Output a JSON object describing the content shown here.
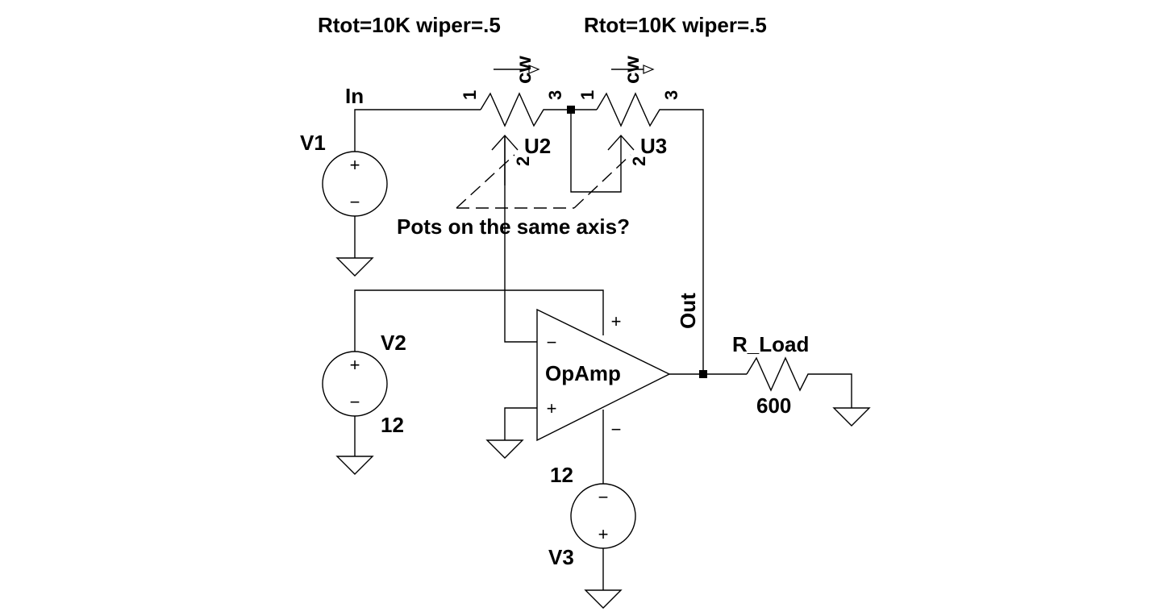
{
  "components": {
    "u2": {
      "ref": "U2",
      "param": "Rtot=10K wiper=.5",
      "pin1": "1",
      "pin2": "2",
      "pin3": "3",
      "dir": "cw"
    },
    "u3": {
      "ref": "U3",
      "param": "Rtot=10K wiper=.5",
      "pin1": "1",
      "pin2": "2",
      "pin3": "3",
      "dir": "cw"
    },
    "v1": {
      "ref": "V1"
    },
    "v2": {
      "ref": "V2",
      "value": "12"
    },
    "v3": {
      "ref": "V3",
      "value": "12"
    },
    "opamp": {
      "ref": "OpAmp"
    },
    "r_load": {
      "ref": "R_Load",
      "value": "600"
    }
  },
  "nets": {
    "in": "In",
    "out": "Out"
  },
  "comment": "Pots on the same axis?",
  "polarity": {
    "plus": "+",
    "minus": "−"
  }
}
